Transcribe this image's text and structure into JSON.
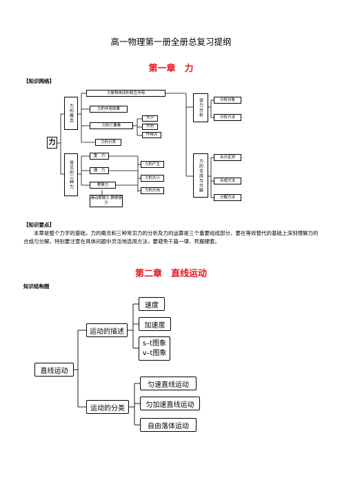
{
  "title": "高一物理第一册全册总复习提纲",
  "chapter1": {
    "heading": "第一章　力",
    "network_label": "【知识网络】",
    "diagram": {
      "root": "力",
      "concept": "力的概念",
      "interaction": "力是物体间的相互作用",
      "effect": "力的作用效果",
      "three_elements": "力的三要素",
      "magnitude": "大小",
      "direction": "方向",
      "point": "作用点",
      "classification": "力的分类",
      "common_forces": "常见的三种力",
      "gravity": "重　力",
      "elastic": "弹　力",
      "friction": "摩擦力",
      "friction_types": "滑动摩擦力 静摩擦力",
      "origin": "力的产生",
      "size": "力的大小",
      "dir": "力的方向",
      "force_analysis": "受力分析",
      "analysis_object": "分析对象",
      "analysis_method": "分析方法",
      "compose": "力的合成与分解",
      "compose_law": "合分定则",
      "compose_method": "合成方法",
      "decompose_method": "分解方法"
    },
    "points_label": "【知识要点】",
    "points_text": "本章是整个力学的基础，力的概念和三种常见力的分析及力的运算是三个重要组成部分，要在等效替代的基础上深刻理解力的合成与分解，特别要注意在具体问题中灵活地选用方法，要避免千篇一律、死搬硬套。"
  },
  "chapter2": {
    "heading": "第二章　直线运动",
    "structure_label": "知识结构图",
    "diagram": {
      "root": "直线运动",
      "description": "运动的描述",
      "classification": "运动的分类",
      "velocity": "速度",
      "acceleration": "加速度",
      "graph_st": "s–t图象",
      "graph_vt": "v–t图象",
      "uniform": "匀速直线运动",
      "uniform_acc": "匀加速直线运动",
      "free_fall": "自由落体运动"
    }
  }
}
